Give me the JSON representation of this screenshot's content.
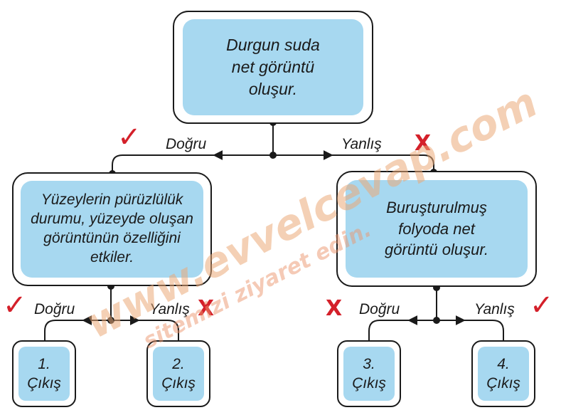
{
  "root": {
    "lines": [
      "Durgun suda",
      "net görüntü",
      "oluşur."
    ]
  },
  "left_node": {
    "lines": [
      "Yüzeylerin pürüzlülük",
      "durumu, yüzeyde oluşan",
      "görüntünün özelliğini",
      "etkiler."
    ]
  },
  "right_node": {
    "lines": [
      "Buruşturulmuş",
      "folyoda net",
      "görüntü oluşur."
    ]
  },
  "labels": {
    "top_dogru": "Doğru",
    "top_yanlis": "Yanlış",
    "left_dogru": "Doğru",
    "left_yanlis": "Yanlış",
    "right_dogru": "Doğru",
    "right_yanlis": "Yanlış"
  },
  "exits": [
    {
      "num": "1.",
      "text": "Çıkış"
    },
    {
      "num": "2.",
      "text": "Çıkış"
    },
    {
      "num": "3.",
      "text": "Çıkış"
    },
    {
      "num": "4.",
      "text": "Çıkış"
    }
  ],
  "marks": {
    "check": "✓",
    "cross": "X"
  },
  "watermark": {
    "main": "www.evvelcevap.com",
    "sub": "sitemizi ziyaret edin."
  },
  "colors": {
    "box_fill": "#a7d8f0",
    "mark_red": "#d4202a",
    "watermark": "#ebaa78"
  }
}
